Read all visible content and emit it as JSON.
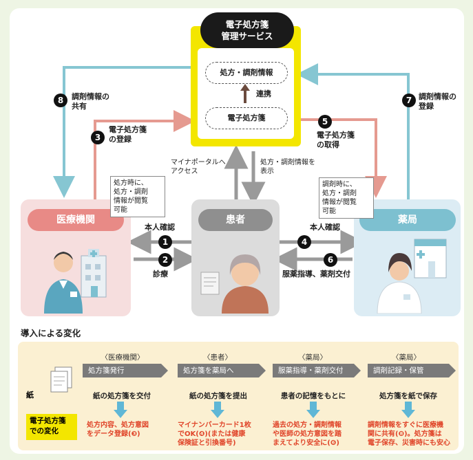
{
  "system": {
    "title_line1": "電子処方箋",
    "title_line2": "管理サービス",
    "box_top": "処方・調剤情報",
    "box_bottom": "電子処方箋",
    "link_label": "連携"
  },
  "actors": {
    "hospital": "医療機関",
    "patient": "患者",
    "pharmacy": "薬局"
  },
  "steps": {
    "s1": {
      "num": "1",
      "label": "本人確認"
    },
    "s2": {
      "num": "2",
      "label": "診療"
    },
    "s3": {
      "num": "3",
      "label_line1": "電子処方箋",
      "label_line2": "の登録"
    },
    "s4": {
      "num": "4",
      "label": "本人確認"
    },
    "s5": {
      "num": "5",
      "label_line1": "電子処方箋",
      "label_line2": "の取得"
    },
    "s6": {
      "num": "6",
      "label": "服薬指導、薬剤交付"
    },
    "s7": {
      "num": "7",
      "label_line1": "調剤情報の",
      "label_line2": "登録"
    },
    "s8": {
      "num": "8",
      "label_line1": "調剤情報の",
      "label_line2": "共有"
    }
  },
  "labels": {
    "mynaportal_line1": "マイナポータルへ",
    "mynaportal_line2": "アクセス",
    "display_line1": "処方・調剤情報を",
    "display_line2": "表示"
  },
  "notes": {
    "hospital": [
      "処方時に、",
      "処方・調剤",
      "情報が閲覧",
      "可能"
    ],
    "pharmacy": [
      "調剤時に、",
      "処方・調剤",
      "情報が閲覧",
      "可能"
    ]
  },
  "changes": {
    "title": "導入による変化",
    "paper_label": "紙",
    "electronic_label_line1": "電子処方箋",
    "electronic_label_line2": "での変化",
    "columns": [
      {
        "head": "〈医療機関〉",
        "bar": "処方箋発行",
        "paper": "紙の処方箋を交付",
        "electronic": [
          "処方内容、処方意図",
          "をデータ登録(❸)"
        ]
      },
      {
        "head": "〈患者〉",
        "bar": "処方箋を薬局へ",
        "paper": "紙の処方箋を提出",
        "electronic": [
          "マイナンバーカード1枚",
          "でOK(❹)(または健康",
          "保険証と引換番号)"
        ]
      },
      {
        "head": "〈薬局〉",
        "bar": "服薬指導・薬剤交付",
        "paper": "患者の記憶をもとに",
        "electronic": [
          "過去の処方・調剤情報",
          "や医師の処方意図を踏",
          "まえてより安全に(❻)"
        ]
      },
      {
        "head": "〈薬局〉",
        "bar": "調剤記録・保管",
        "paper": "処方箋を紙で保存",
        "electronic": [
          "調剤情報をすぐに医療機",
          "関に共有(❽)。処方箋は",
          "電子保存、災害時にも安心"
        ]
      }
    ]
  },
  "colors": {
    "yellow": "#f3e600",
    "hospital_pink": "#f6dede",
    "hospital_pill": "#e88a86",
    "patient_gray": "#dcdcdc",
    "patient_pill": "#8f8f8f",
    "pharmacy_blue": "#dcecf4",
    "pharmacy_pill": "#7dc0d0",
    "arrow_red": "#e59a90",
    "arrow_teal": "#86c6d2",
    "arrow_gray": "#9a9a9a",
    "accent_red": "#e0452a"
  }
}
